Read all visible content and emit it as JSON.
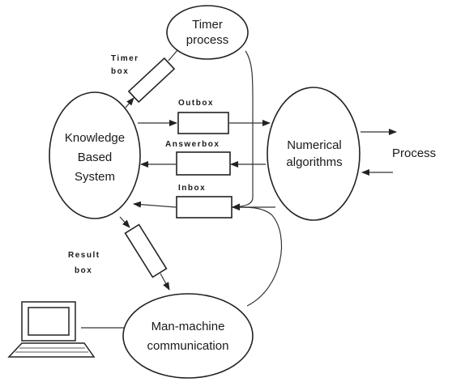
{
  "nodes": {
    "timer_process": [
      "Timer",
      "process"
    ],
    "kbs": [
      "Knowledge",
      "Based",
      "System"
    ],
    "numerical": [
      "Numerical",
      "algorithms"
    ],
    "mmc": [
      "Man-machine",
      "communication"
    ]
  },
  "boxes": {
    "timer_box": [
      "Timer",
      "box"
    ],
    "outbox": "Outbox",
    "answerbox": "Answerbox",
    "inbox": "Inbox",
    "result_box": [
      "Result",
      "box"
    ]
  },
  "external": {
    "process": "Process"
  },
  "icons": {
    "computer": "computer-terminal-icon"
  }
}
